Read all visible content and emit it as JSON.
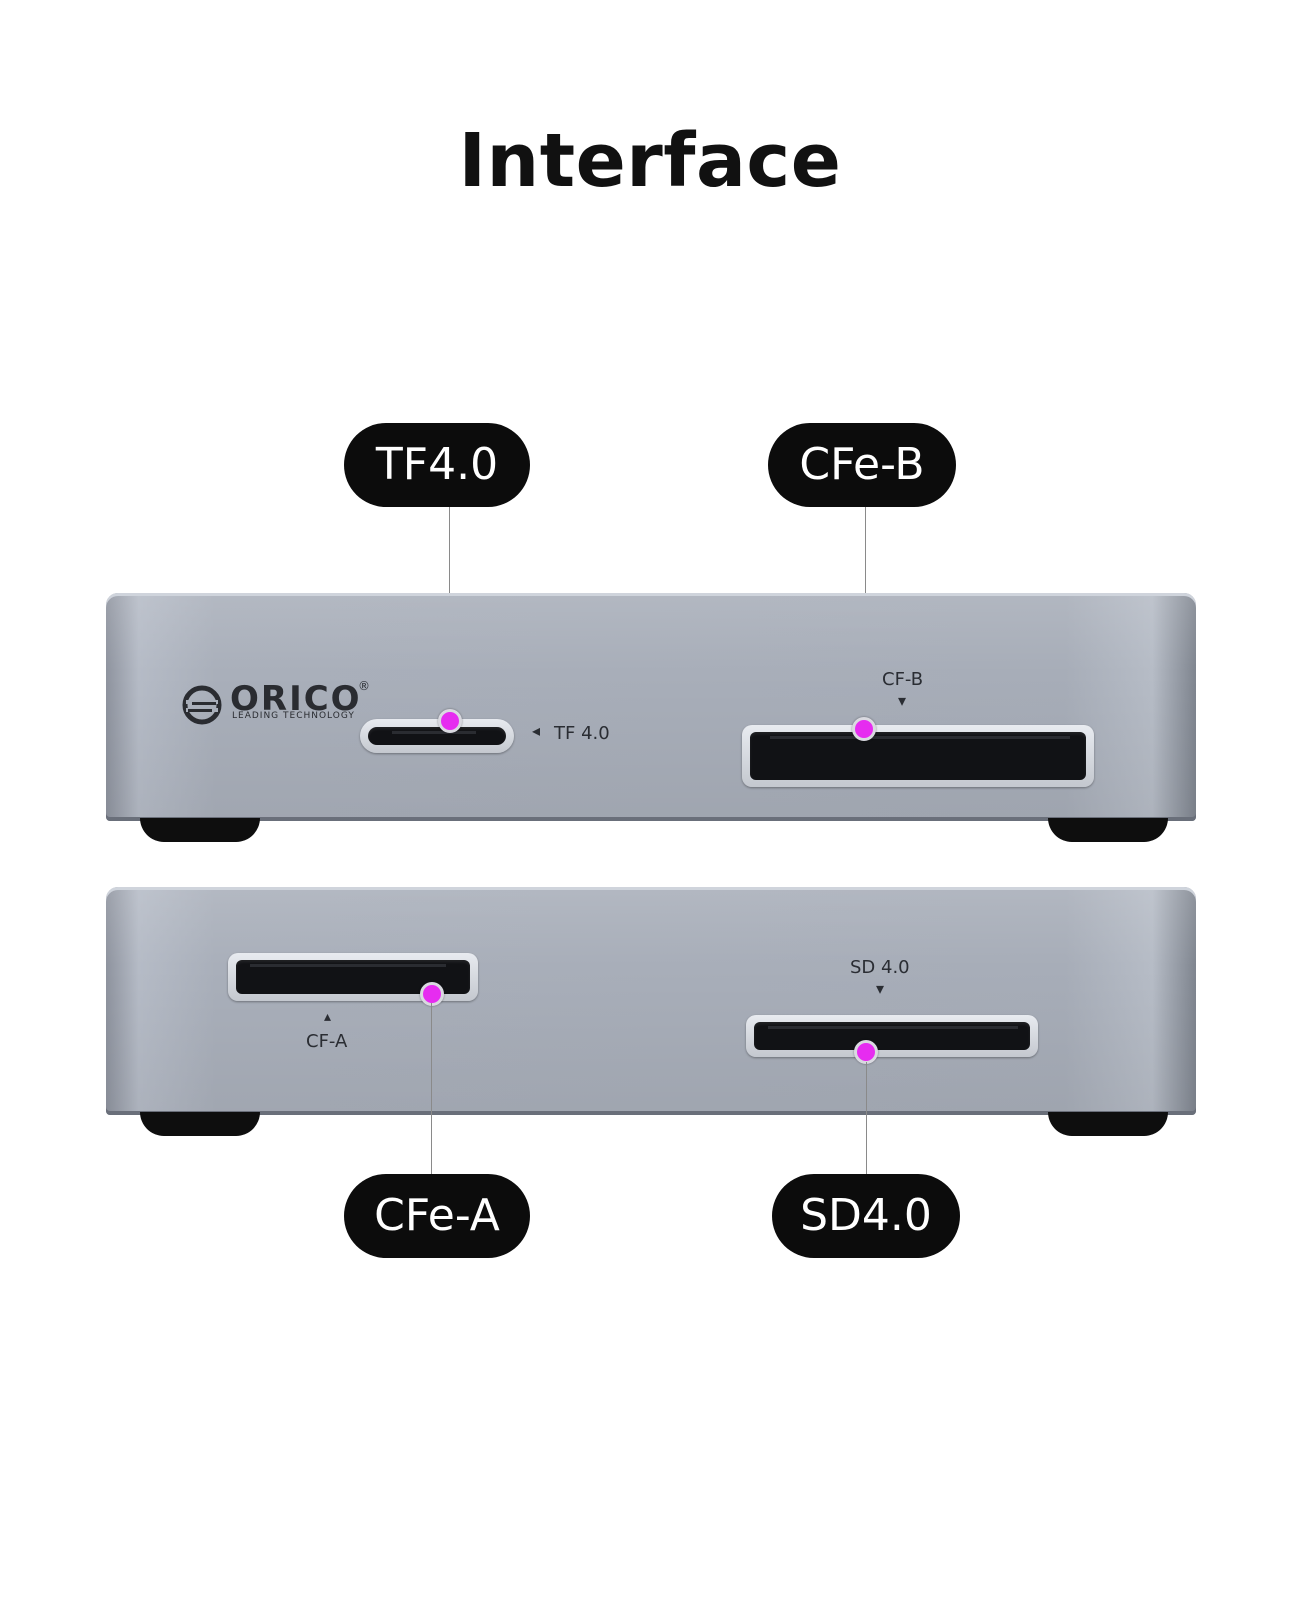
{
  "title": "Interface",
  "callouts": {
    "tf": "TF4.0",
    "cfe_b": "CFe-B",
    "cfe_a": "CFe-A",
    "sd": "SD4.0"
  },
  "device_labels": {
    "brand": "ORICO",
    "registered": "®",
    "tagline": "LEADING TECHNOLOGY",
    "tf_arrow": "◂",
    "tf_label": "TF 4.0",
    "cfb_label": "CF-B",
    "cfb_arrow": "▾",
    "cfa_arrow": "▴",
    "cfa_label": "CF-A",
    "sd_label": "SD 4.0",
    "sd_arrow": "▾"
  },
  "colors": {
    "callout_bg": "#0c0c0c",
    "marker": "#e62cf0",
    "device": "#a8aeb9"
  }
}
